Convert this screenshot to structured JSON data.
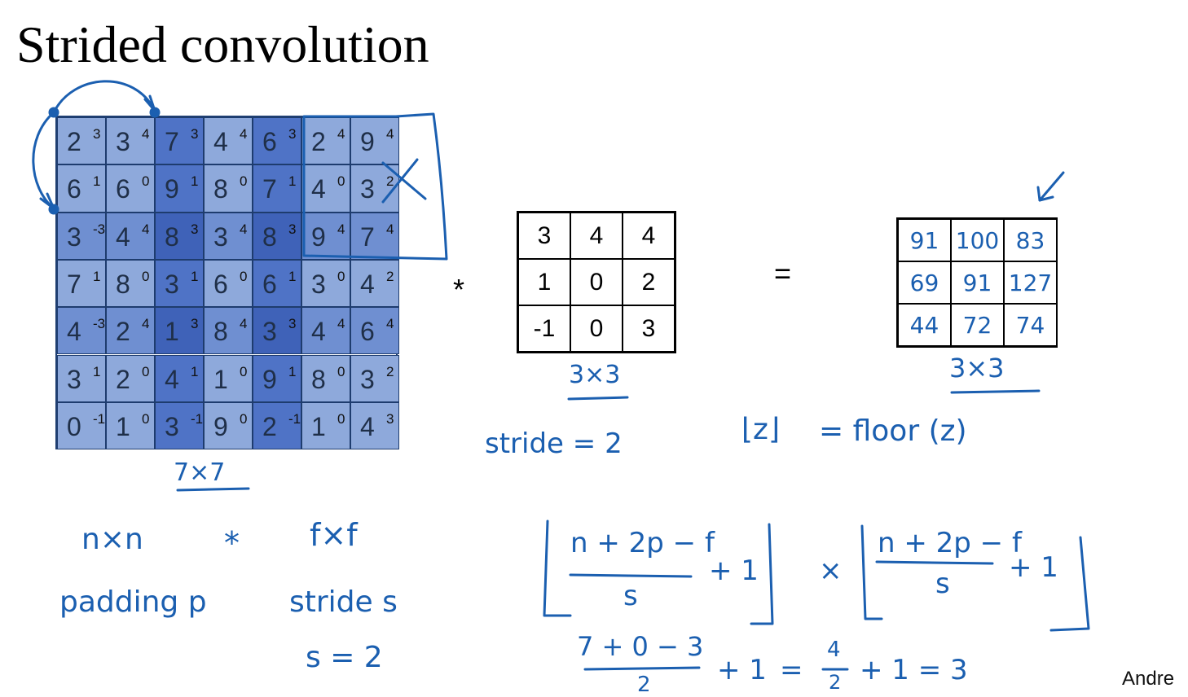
{
  "title": "Strided convolution",
  "signature": "Andre",
  "input": {
    "values": [
      [
        2,
        3,
        7,
        4,
        6,
        2,
        9
      ],
      [
        6,
        6,
        9,
        8,
        7,
        4,
        3
      ],
      [
        3,
        4,
        8,
        3,
        8,
        9,
        7
      ],
      [
        7,
        8,
        3,
        6,
        6,
        3,
        4
      ],
      [
        4,
        2,
        1,
        8,
        3,
        4,
        6
      ],
      [
        3,
        2,
        4,
        1,
        9,
        8,
        3
      ],
      [
        0,
        1,
        3,
        9,
        2,
        1,
        4
      ]
    ],
    "weights": [
      [
        "3",
        "4",
        "3",
        "4",
        "3",
        "4",
        "4"
      ],
      [
        "1",
        "0",
        "1",
        "0",
        "1",
        "0",
        "2"
      ],
      [
        "-3",
        "4",
        "3",
        "4",
        "3",
        "4",
        "4"
      ],
      [
        "1",
        "0",
        "1",
        "0",
        "1",
        "0",
        "2"
      ],
      [
        "-3",
        "4",
        "3",
        "4",
        "3",
        "4",
        "4"
      ],
      [
        "1",
        "0",
        "1",
        "0",
        "1",
        "0",
        "2"
      ],
      [
        "-1",
        "0",
        "-1",
        "0",
        "-1",
        "0",
        "3"
      ]
    ],
    "size_label": "7×7"
  },
  "operators": {
    "convolve": "*",
    "equals": "="
  },
  "filter": {
    "values": [
      [
        "3",
        "4",
        "4"
      ],
      [
        "1",
        "0",
        "2"
      ],
      [
        "-1",
        "0",
        "3"
      ]
    ],
    "size_label": "3×3"
  },
  "output": {
    "values": [
      [
        "91",
        "100",
        "83"
      ],
      [
        "69",
        "91",
        "127"
      ],
      [
        "44",
        "72",
        "74"
      ]
    ],
    "size_label": "3×3"
  },
  "notes": {
    "stride": "stride = 2",
    "floor_def_lhs": "⌊z⌋",
    "floor_def_rhs": "= floor (z)",
    "n_by_n": "n×n",
    "star": "*",
    "f_by_f": "f×f",
    "padding": "padding p",
    "stride_s": "stride s",
    "s_eq": "s = 2",
    "formula_numerator": "n + 2p − f",
    "formula_denominator": "s",
    "formula_plus_one": "+ 1",
    "formula_times": "×",
    "example_numerator": "7 + 0 − 3",
    "example_denominator": "2",
    "example_plus_one": "+ 1",
    "example_eq1": "=",
    "example_frac_num": "4",
    "example_frac_den": "2",
    "example_rest": "+ 1 = 3"
  },
  "colors": {
    "ink": "#1b5fb0",
    "cell_base": "#8ea9db",
    "cell_highlight": "#3f62b8"
  }
}
